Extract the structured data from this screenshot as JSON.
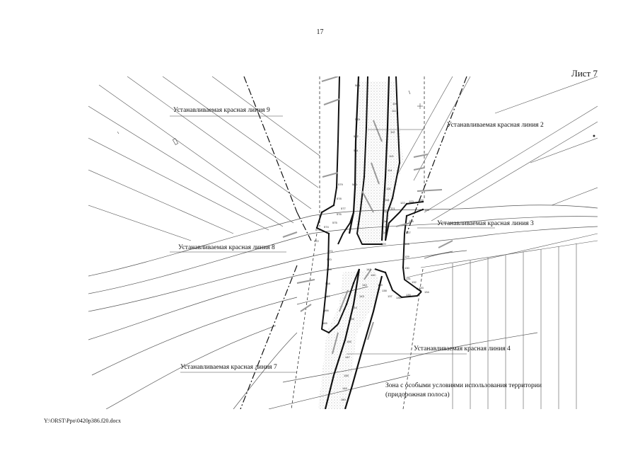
{
  "page_number": "17",
  "sheet_label": "Лист 7",
  "footer_path": "Y:\\ORST\\Ppo\\0420p386.f20.docx",
  "labels": {
    "red_line_9": "Устанавливаемая красная линия 9",
    "red_line_2": "Устанавливаемая красная линия 2",
    "red_line_3": "Устанавливаемая красная линия 3",
    "red_line_8": "Устанавливаемая красная линия 8",
    "red_line_4": "Устанавливаемая красная линия 4",
    "red_line_7": "Устанавливаемая красная линия 7",
    "zone_line1": "Зона с особыми условиями использования территории",
    "zone_line2": "(придорожная полоса)"
  },
  "point_labels": [
    "109",
    "111",
    "112",
    "113",
    "114",
    "115",
    "116",
    "117",
    "118",
    "119",
    "120",
    "121",
    "122",
    "123",
    "124",
    "125",
    "126",
    "127",
    "128",
    "129",
    "130",
    "131",
    "132",
    "133",
    "134",
    "135",
    "136",
    "137",
    "138",
    "139",
    "140",
    "141",
    "142",
    "143",
    "144",
    "145",
    "146",
    "147",
    "148",
    "149",
    "150",
    "565",
    "566",
    "567",
    "568",
    "569",
    "570",
    "571",
    "572",
    "573",
    "574",
    "575",
    "576",
    "577",
    "578",
    "579",
    "580",
    "581",
    "582",
    "583",
    "584"
  ]
}
